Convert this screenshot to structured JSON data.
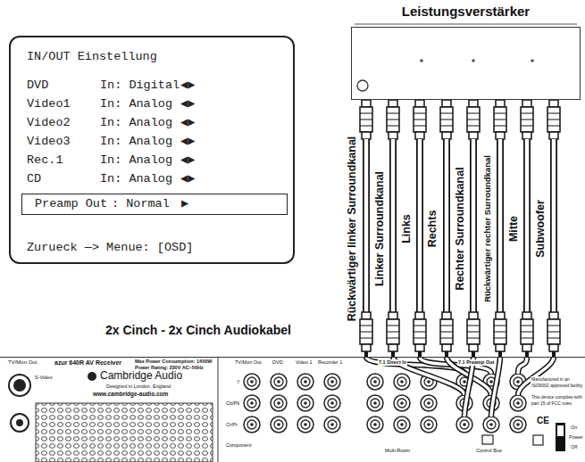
{
  "diagram": {
    "nodes": [
      {
        "text": [
          "IN/OUT Einstellung",
          "DVD",
          "In: Digital",
          "◀▶",
          "Video1",
          "In: Analog",
          "◀▶",
          "Video2",
          "In: Analog",
          "◀▶",
          "Video3",
          "In: Analog",
          "◀▶",
          "Rec.1",
          "In: Analog",
          "◀▶",
          "CD",
          "In: Analog",
          "◀▶",
          "Zurueck —> Menue: [OSD]"
        ]
      },
      {
        "text": [
          "Preamp Out",
          ": Normal",
          "▶"
        ],
        "in": 0
      },
      {
        "text": [
          "Leistungsverstärker"
        ]
      },
      {
        "text": [
          "TV/Mon Out",
          "S-Video",
          "azur 640R AV Receiver",
          "Max Power Consumption: 1400W",
          "Power Rating: 230V AC~50Hz",
          "Cambridge Audio",
          "Designed in London, England",
          "www.cambridge-audio.com",
          "TV/Mon Out",
          "DVD",
          "Video 1",
          "Recorder 1",
          "7.1 Direct In",
          "7.1 Preamp Out",
          "Y",
          "Cb/Pb",
          "Cr/Pr",
          "Component",
          "Manufactured in an ISO9002 approved facility",
          "This device complies with part 15 of FCC rules",
          "CE",
          "On",
          "Power",
          "Off",
          "Control Bus",
          "Multi-Room"
        ]
      }
    ],
    "edges": [
      {
        "from": 2,
        "to": 3,
        "arrow": "none",
        "label": "Rückwärtiger linker Surroundkanal"
      },
      {
        "from": 2,
        "to": 3,
        "arrow": "none",
        "label": "Linker Surroundkanal"
      },
      {
        "from": 2,
        "to": 3,
        "arrow": "none",
        "label": "Links"
      },
      {
        "from": 2,
        "to": 3,
        "arrow": "none",
        "label": "Rechts"
      },
      {
        "from": 2,
        "to": 3,
        "arrow": "none",
        "label": "Rechter Surroundkanal"
      },
      {
        "from": 2,
        "to": 3,
        "arrow": "none",
        "label": "Rückwärtiger rechter Surroundkanal"
      },
      {
        "from": 2,
        "to": 3,
        "arrow": "none",
        "label": "Mitte"
      },
      {
        "from": 2,
        "to": 3,
        "arrow": "none",
        "label": "Subwoofer"
      }
    ],
    "labels": [
      "2x Cinch - 2x Cinch Audiokabel"
    ]
  }
}
